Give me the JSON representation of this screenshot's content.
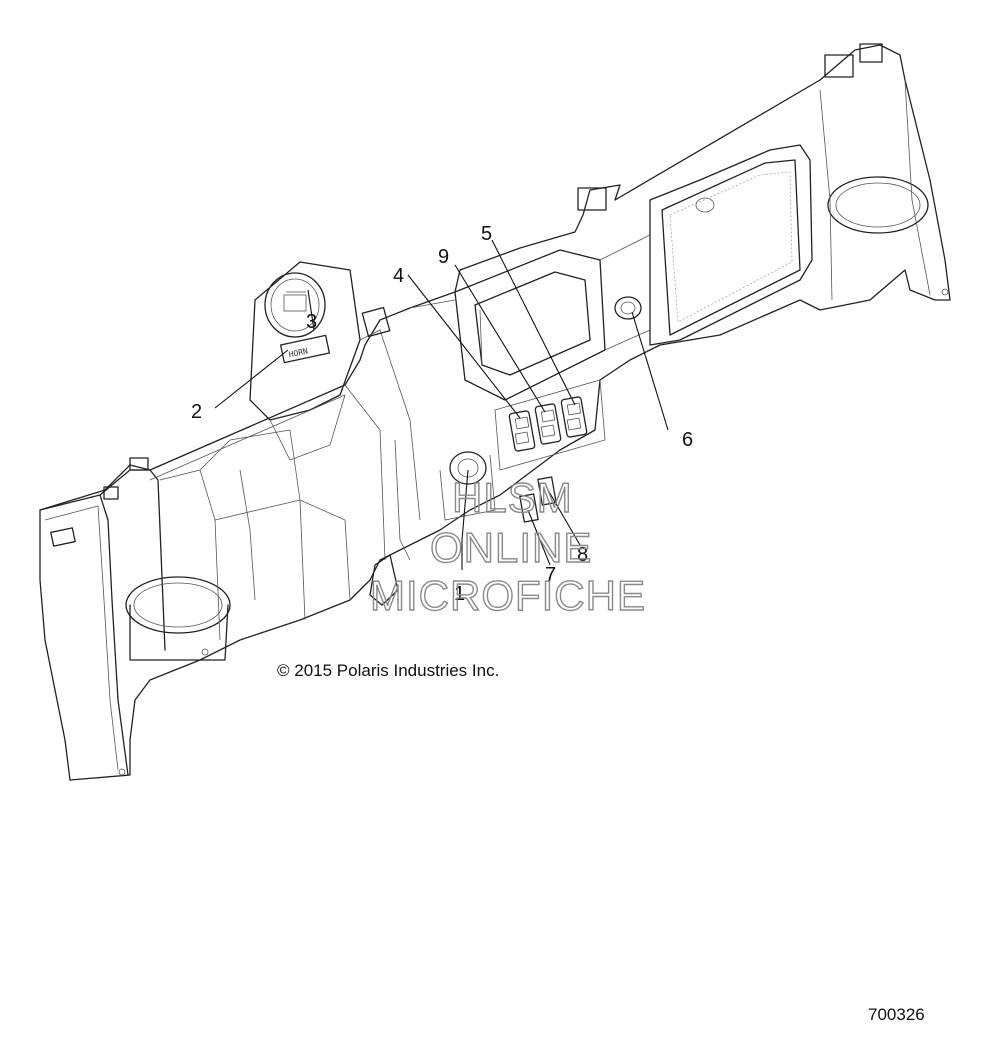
{
  "callouts": [
    {
      "id": "c1",
      "label": "1"
    },
    {
      "id": "c2",
      "label": "2"
    },
    {
      "id": "c3",
      "label": "3"
    },
    {
      "id": "c4",
      "label": "4"
    },
    {
      "id": "c5",
      "label": "5"
    },
    {
      "id": "c6",
      "label": "6"
    },
    {
      "id": "c7",
      "label": "7"
    },
    {
      "id": "c8",
      "label": "8"
    },
    {
      "id": "c9",
      "label": "9"
    }
  ],
  "copyright": "© 2015 Polaris Industries Inc.",
  "part_number": "700326",
  "watermark": {
    "line1": "HLSM",
    "line2": "ONLINE",
    "line3": "MICROFICHE"
  },
  "switch_panel_label": "HORN"
}
